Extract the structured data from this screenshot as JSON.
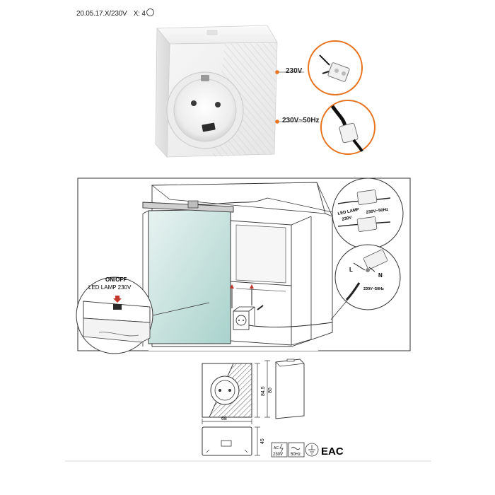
{
  "header": {
    "product_code": "20.05.17.X/230V",
    "quantity": "X: 4"
  },
  "socket_photo": {
    "callout_top_label": "230V",
    "callout_bottom_label": "230V~50Hz",
    "accent_color": "#e8731e"
  },
  "install_diagram": {
    "switch_label_line1": "ON/OFF",
    "switch_label_line2": "LED LAMP 230V",
    "connector_label_1": "LED LAMP",
    "connector_label_2": "230V",
    "connector_label_3": "230V~50Hz",
    "terminal_l": "L",
    "terminal_n": "N",
    "cable_label": "230V~50Hz"
  },
  "dimensions": {
    "width": "68",
    "height_outer": "84,5",
    "height_inner": "80",
    "depth": "45"
  },
  "certification": {
    "ac_label": "AC",
    "voltage": "230V",
    "frequency": "50Hz",
    "eac": "EAC"
  }
}
